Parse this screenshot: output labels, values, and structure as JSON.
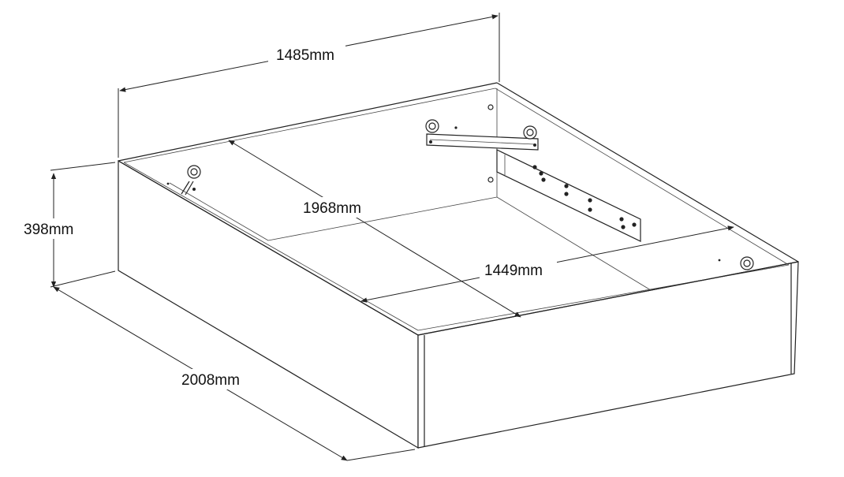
{
  "dimensions": {
    "width_top": "1485mm",
    "inner_length": "1968mm",
    "height": "398mm",
    "inner_width": "1449mm",
    "length": "2008mm"
  }
}
